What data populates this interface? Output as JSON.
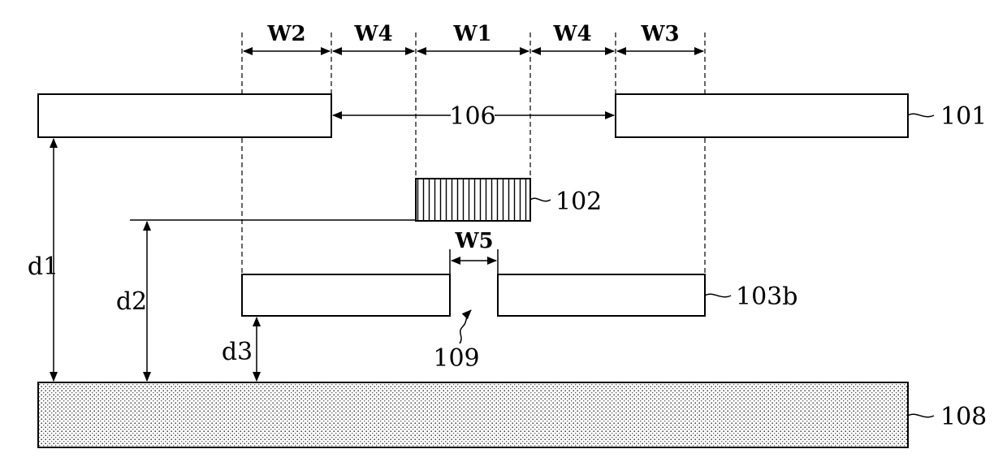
{
  "widths": {
    "w2": "W2",
    "w4_left": "W4",
    "w1": "W1",
    "w4_right": "W4",
    "w3": "W3",
    "w5": "W5"
  },
  "distances": {
    "d1": "d1",
    "d2": "d2",
    "d3": "d3"
  },
  "references": {
    "r101": "101",
    "r102": "102",
    "r103b": "103b",
    "r106": "106",
    "r108": "108",
    "r109": "109"
  }
}
